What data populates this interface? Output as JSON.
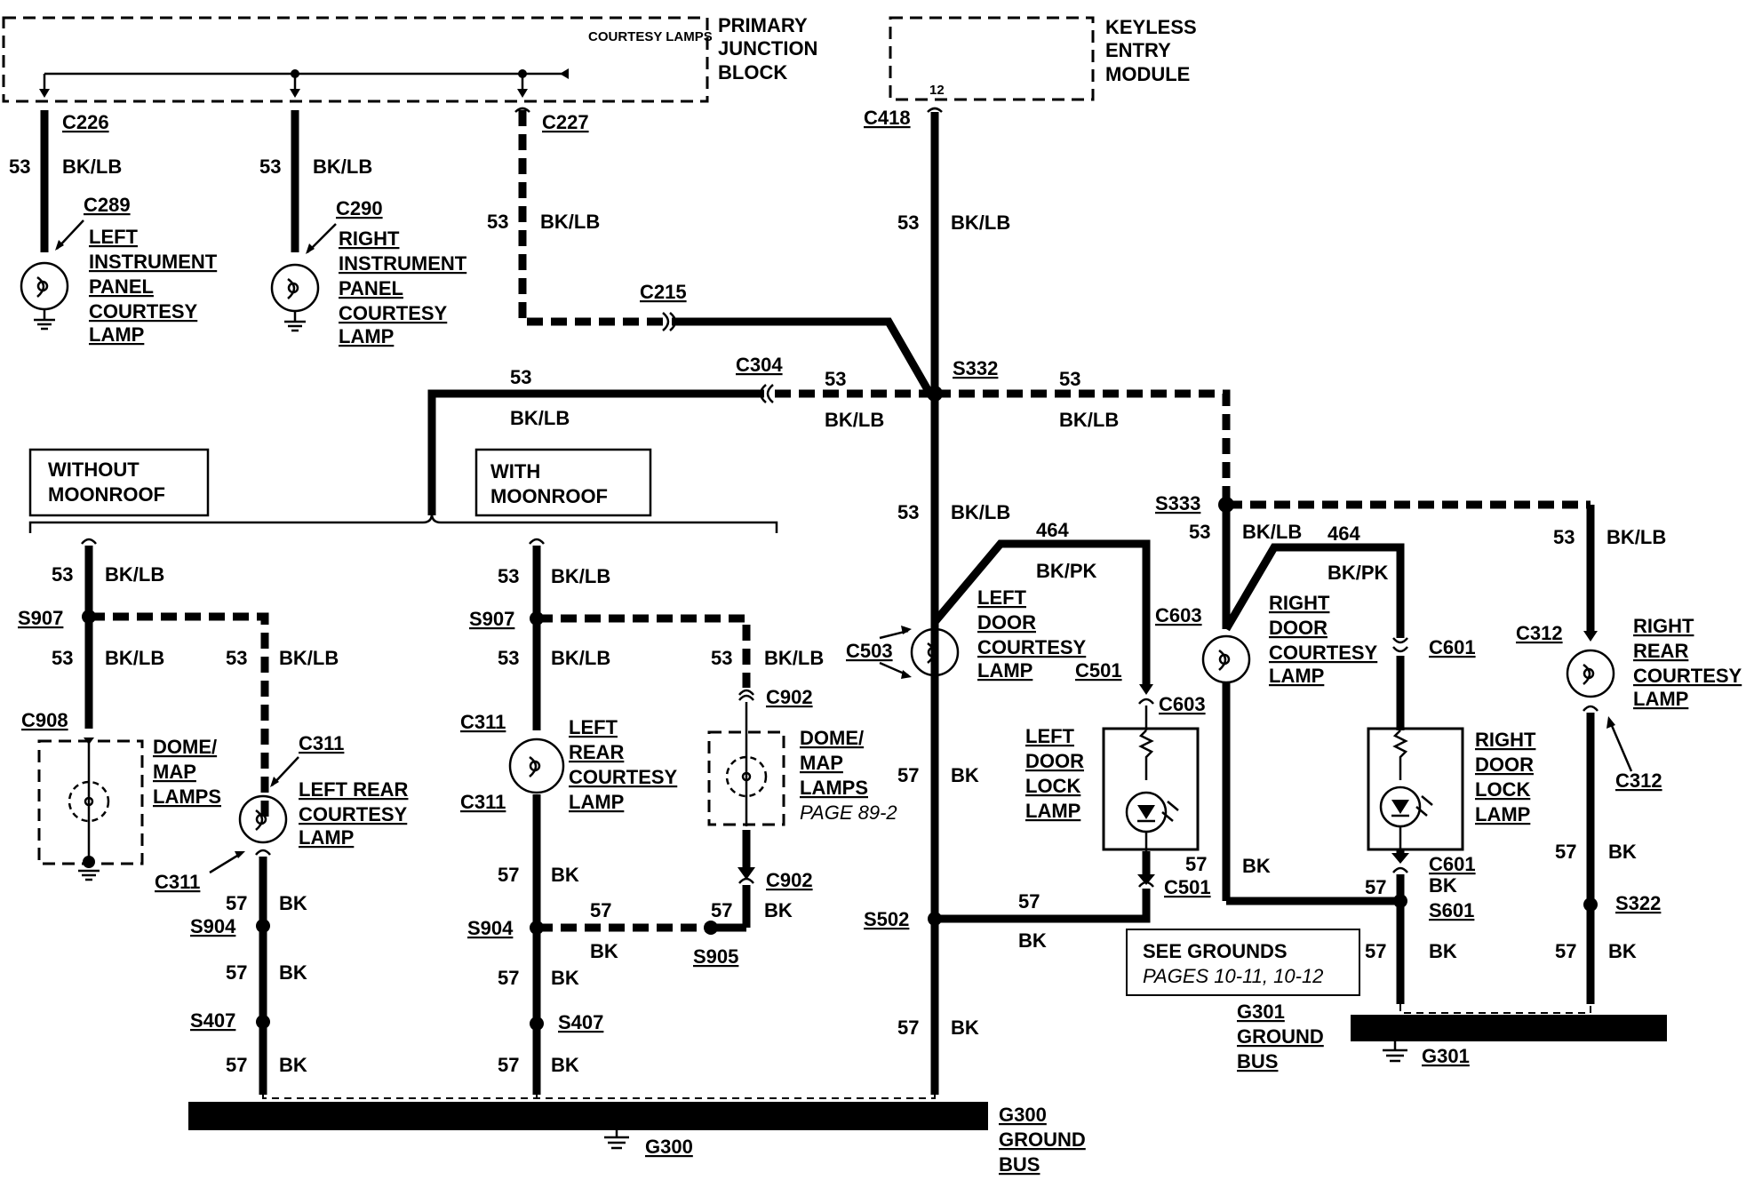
{
  "modules": {
    "pjb": {
      "inner": "COURTESY LAMPS",
      "line1": "PRIMARY",
      "line2": "JUNCTION",
      "line3": "BLOCK"
    },
    "kem": {
      "pin": "12",
      "line1": "KEYLESS",
      "line2": "ENTRY",
      "line3": "MODULE"
    }
  },
  "connectors": {
    "c226": "C226",
    "c227": "C227",
    "c418": "C418",
    "c289": "C289",
    "c290": "C290",
    "c215": "C215",
    "c304": "C304",
    "s332": "S332",
    "s333": "S333",
    "c908": "C908",
    "c311": "C311",
    "c902": "C902",
    "c503": "C503",
    "c501": "C501",
    "c603": "C603",
    "c601": "C601",
    "c312": "C312",
    "s907": "S907",
    "s904": "S904",
    "s905": "S905",
    "s407": "S407",
    "s502": "S502",
    "s601": "S601",
    "s322": "S322",
    "g300": "G300",
    "g301": "G301"
  },
  "wire": {
    "n53": "53",
    "n57": "57",
    "n464": "464",
    "bklb": "BK/LB",
    "bk": "BK",
    "bkpk": "BK/PK"
  },
  "lamps": {
    "lip": [
      "LEFT",
      "INSTRUMENT",
      "PANEL",
      "COURTESY",
      "LAMP"
    ],
    "rip": [
      "RIGHT",
      "INSTRUMENT",
      "PANEL",
      "COURTESY",
      "LAMP"
    ],
    "dome": [
      "DOME/",
      "MAP",
      "LAMPS"
    ],
    "lr": [
      "LEFT REAR",
      "COURTESY",
      "LAMP"
    ],
    "lr2": [
      "LEFT",
      "REAR",
      "COURTESY",
      "LAMP"
    ],
    "dome2": [
      "DOME/",
      "MAP",
      "LAMPS"
    ],
    "dome2page": "PAGE 89-2",
    "ld": [
      "LEFT",
      "DOOR",
      "COURTESY",
      "LAMP"
    ],
    "ldl": [
      "LEFT",
      "DOOR",
      "LOCK",
      "LAMP"
    ],
    "rd": [
      "RIGHT",
      "DOOR",
      "COURTESY",
      "LAMP"
    ],
    "rdl": [
      "RIGHT",
      "DOOR",
      "LOCK",
      "LAMP"
    ],
    "rr": [
      "RIGHT",
      "REAR",
      "COURTESY",
      "LAMP"
    ]
  },
  "options": {
    "without": [
      "WITHOUT",
      "MOONROOF"
    ],
    "with": [
      "WITH",
      "MOONROOF"
    ]
  },
  "grounds": {
    "see": "SEE GROUNDS",
    "pages": "PAGES 10-11, 10-12",
    "bus1": "GROUND",
    "bus2": "BUS"
  }
}
